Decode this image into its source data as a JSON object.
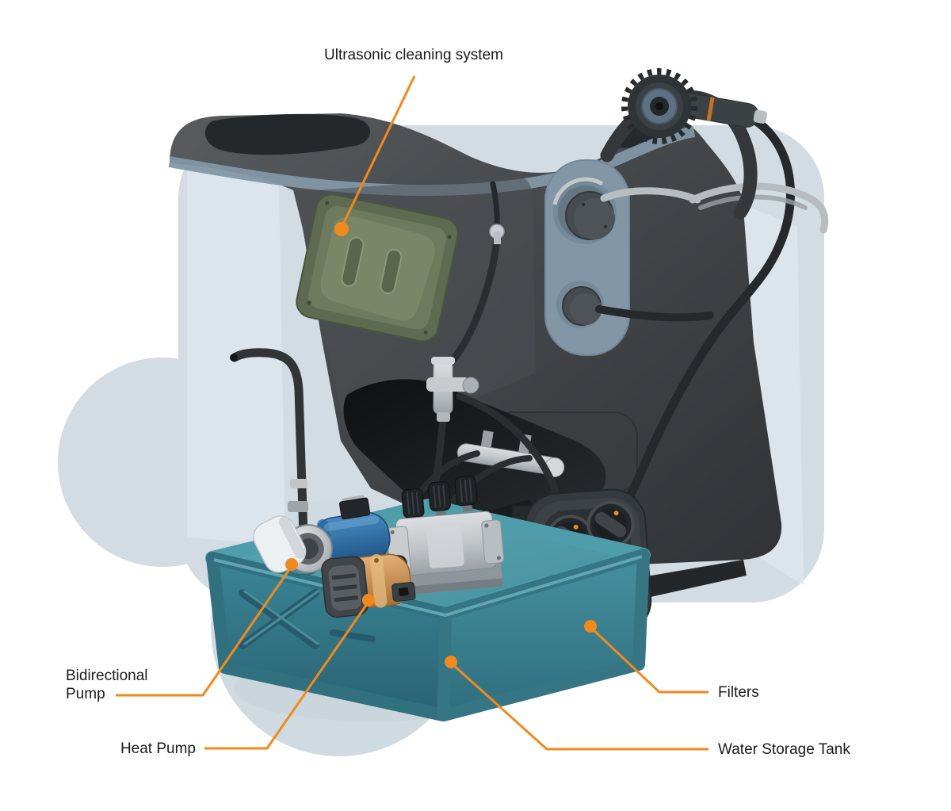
{
  "figure": {
    "kind": "labeled product illustration",
    "leader_color": "#F18A1D",
    "label_color": "#1B1B1B",
    "background_color": "#FFFFFF",
    "silhouette_color": "#D2DCE2",
    "machine_body_color": "#3F4346",
    "ultrasonic_panel_color": "#6C7960",
    "water_tank_color": "#3B8595",
    "bidirectional_pump_color": "#2F6FA6",
    "heat_pump_color": "#C08449",
    "filters_color": "#2F3437"
  },
  "callouts": [
    {
      "name": "ultrasonic-cleaning-system",
      "label": "Ultrasonic cleaning system"
    },
    {
      "name": "bidirectional-pump",
      "label": "Bidirectional Pump",
      "lines": [
        "Bidirectional",
        "Pump"
      ]
    },
    {
      "name": "heat-pump",
      "label": "Heat Pump"
    },
    {
      "name": "filters",
      "label": "Filters"
    },
    {
      "name": "water-storage-tank",
      "label": "Water Storage Tank"
    }
  ]
}
